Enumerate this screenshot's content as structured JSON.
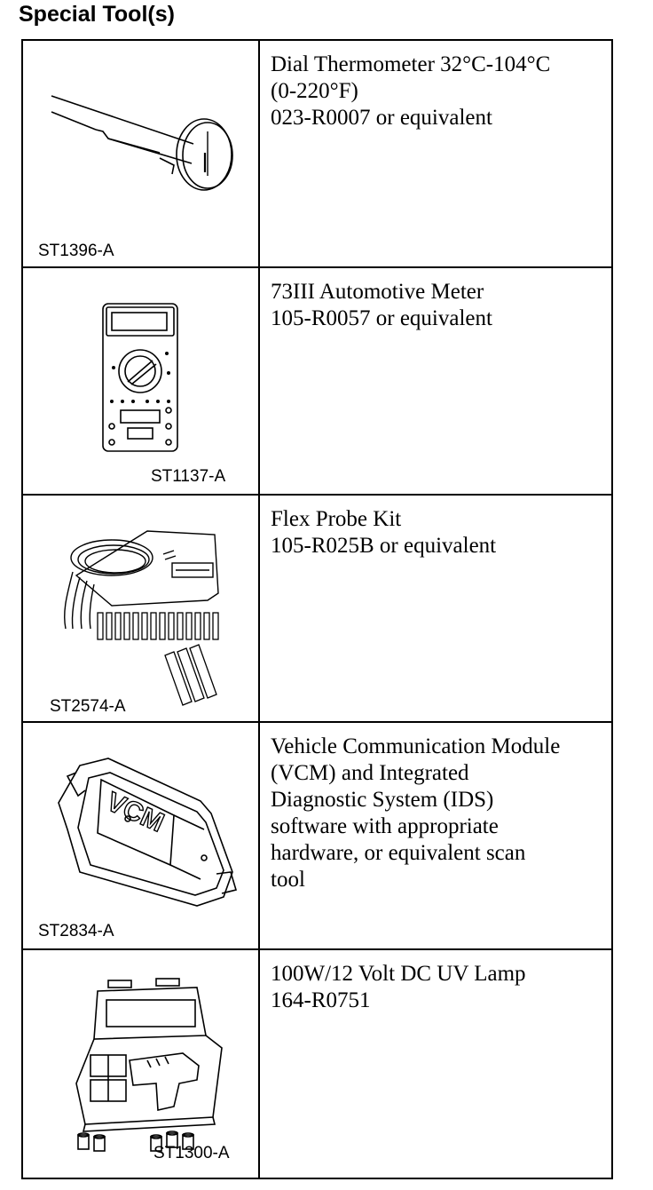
{
  "page": {
    "title": "Special Tool(s)"
  },
  "tools": [
    {
      "image_code": "ST1396-A",
      "lines": [
        "Dial Thermometer 32°C-104°C",
        "(0-220°F)",
        "023-R0007 or equivalent"
      ],
      "icon": "dial-thermometer-icon"
    },
    {
      "image_code": "ST1137-A",
      "lines": [
        "73III Automotive Meter",
        "105-R0057 or equivalent"
      ],
      "icon": "automotive-meter-icon"
    },
    {
      "image_code": "ST2574-A",
      "lines": [
        "Flex Probe Kit",
        "105-R025B or equivalent"
      ],
      "icon": "flex-probe-kit-icon"
    },
    {
      "image_code": "ST2834-A",
      "lines": [
        "Vehicle Communication Module",
        "(VCM) and Integrated",
        "Diagnostic System (IDS)",
        "software with appropriate",
        "hardware, or equivalent scan",
        "tool"
      ],
      "icon": "vcm-module-icon",
      "label": "VCM"
    },
    {
      "image_code": "ST1300-A",
      "lines": [
        "100W/12 Volt DC UV Lamp",
        "164-R0751"
      ],
      "icon": "uv-lamp-kit-icon"
    }
  ]
}
